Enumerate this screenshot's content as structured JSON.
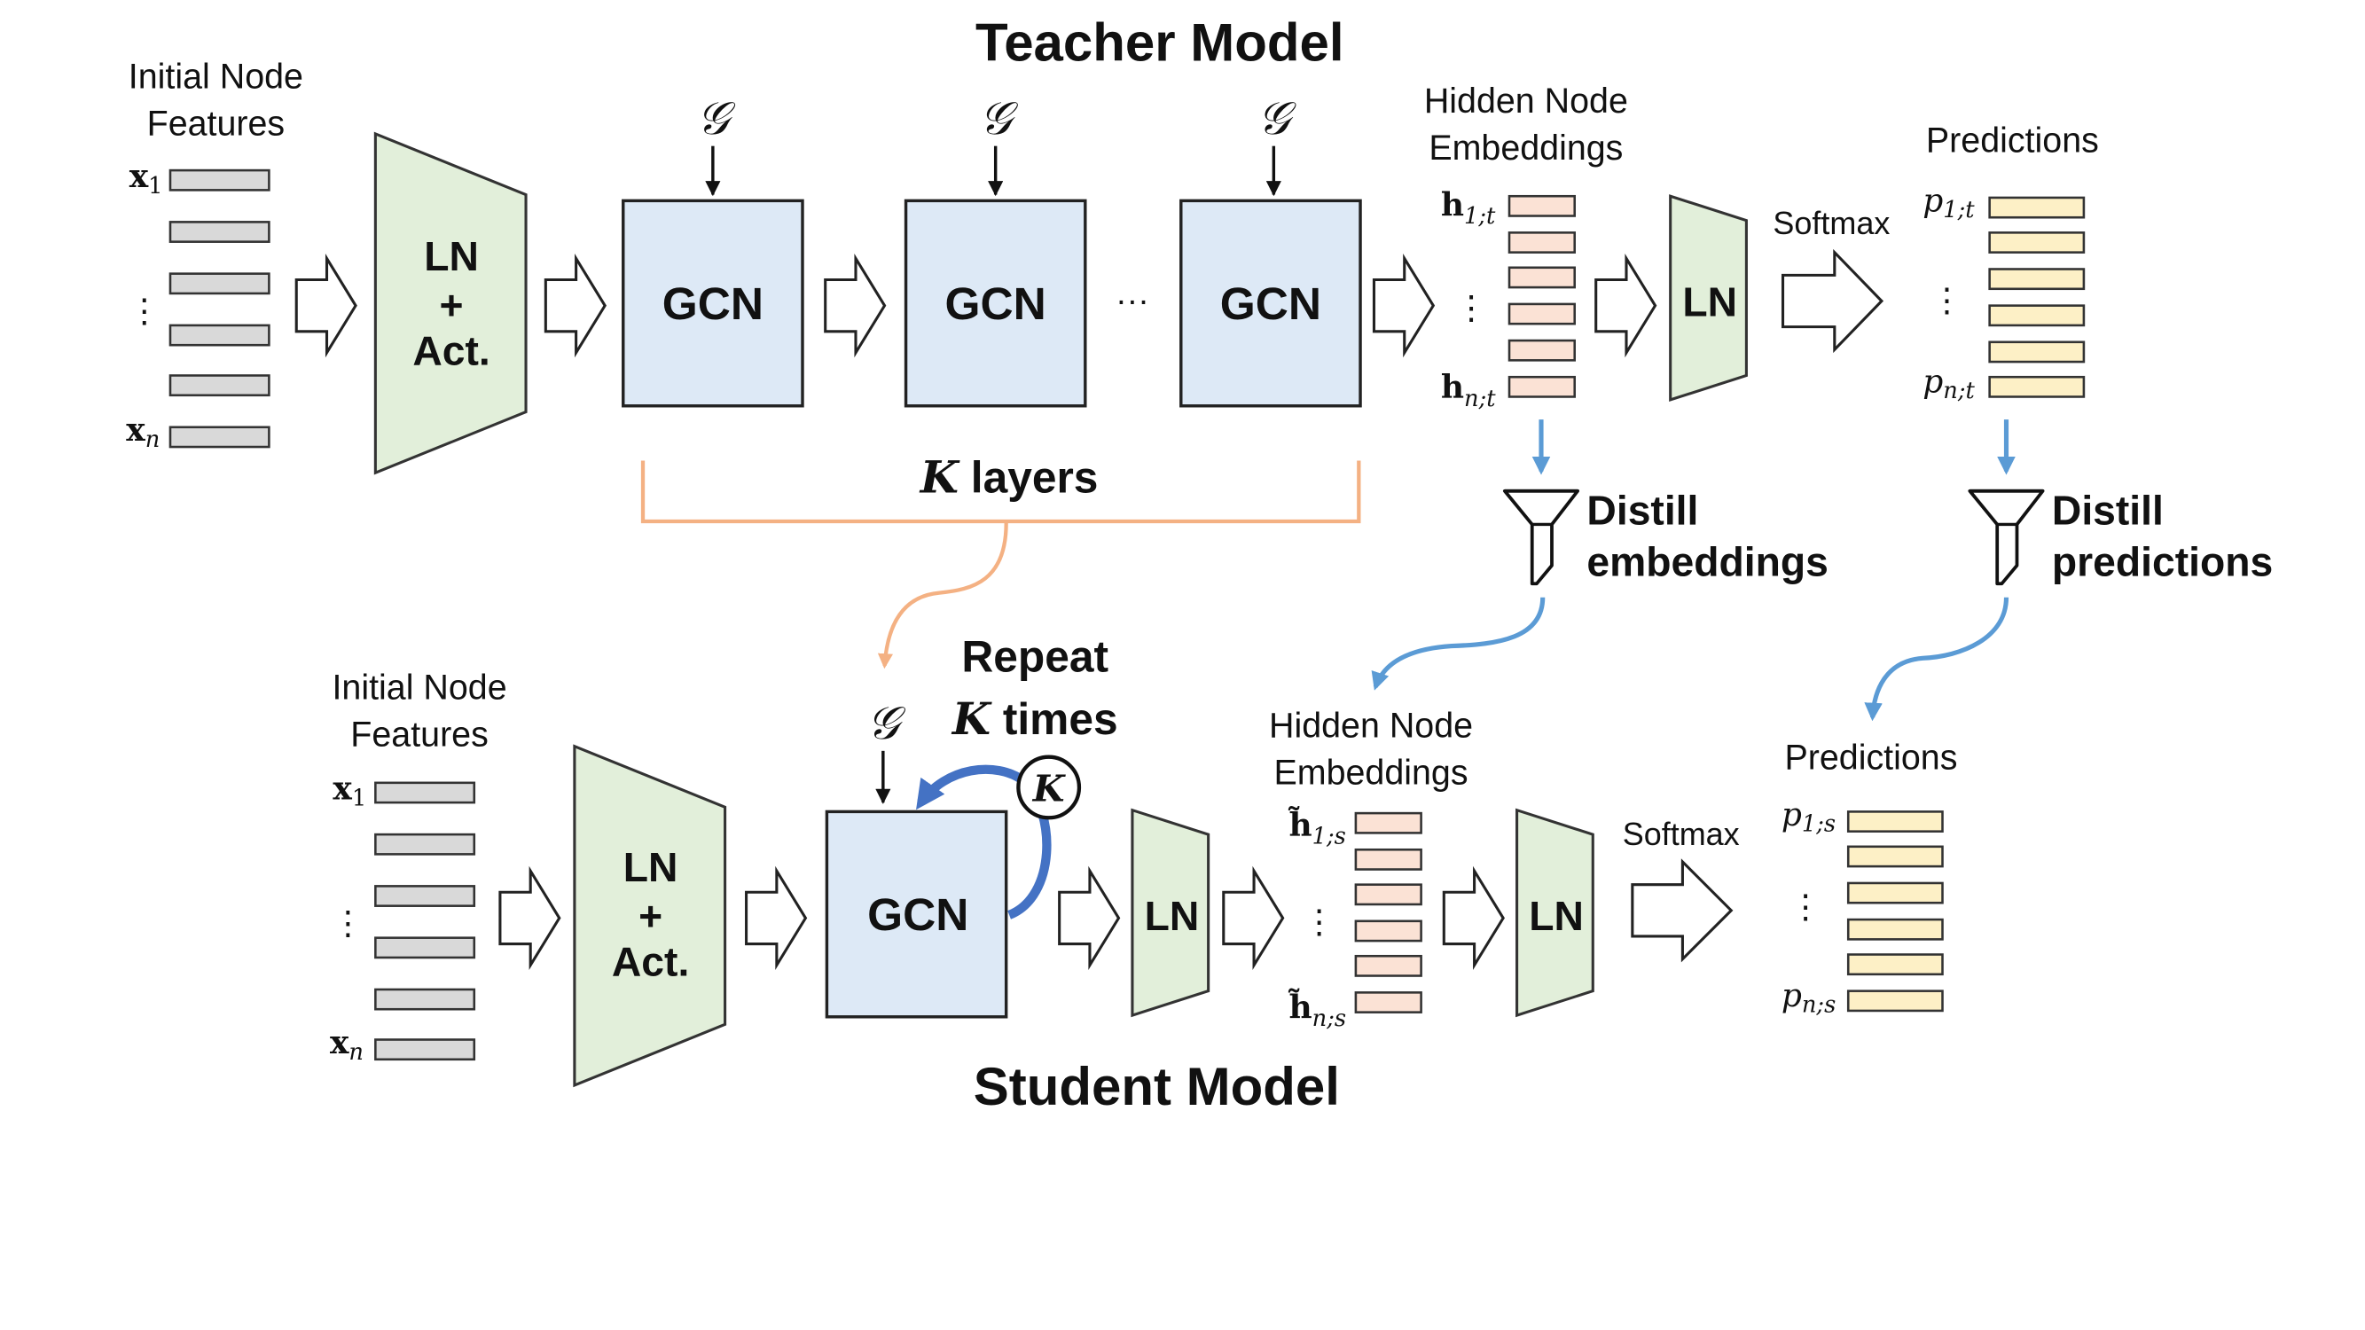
{
  "teacher": {
    "title": "Teacher Model",
    "input_label_line1": "Initial Node",
    "input_label_line2": "Features",
    "x_first": "x",
    "x_first_sub": "1",
    "x_last": "x",
    "x_last_sub": "n",
    "ln_act_line1": "LN",
    "ln_act_line2": "+",
    "ln_act_line3": "Act.",
    "graph_symbol": "𝒢",
    "gcn_label": "GCN",
    "ellipsis": "···",
    "k_layers_k": "K",
    "k_layers_text": " layers",
    "embed_label_line1": "Hidden Node",
    "embed_label_line2": "Embeddings",
    "h_first": "h",
    "h_first_sub": "1;t",
    "h_last": "h",
    "h_last_sub": "n;t",
    "ln_label": "LN",
    "softmax_label": "Softmax",
    "pred_label": "Predictions",
    "p_first": "p",
    "p_first_sub": "1;t",
    "p_last": "p",
    "p_last_sub": "n;t"
  },
  "distill": {
    "embeddings_line1": "Distill",
    "embeddings_line2": "embeddings",
    "predictions_line1": "Distill",
    "predictions_line2": "predictions"
  },
  "student": {
    "title": "Student Model",
    "input_label_line1": "Initial Node",
    "input_label_line2": "Features",
    "x_first": "x",
    "x_first_sub": "1",
    "x_last": "x",
    "x_last_sub": "n",
    "ln_act_line1": "LN",
    "ln_act_line2": "+",
    "ln_act_line3": "Act.",
    "graph_symbol": "𝒢",
    "repeat_line1": "Repeat",
    "repeat_k": "K",
    "repeat_text": " times",
    "k_badge": "K",
    "gcn_label": "GCN",
    "ln_label": "LN",
    "embed_label_line1": "Hidden Node",
    "embed_label_line2": "Embeddings",
    "h_first": "h̃",
    "h_first_sub": "1;s",
    "h_last": "h̃",
    "h_last_sub": "n;s",
    "ln2_label": "LN",
    "softmax_label": "Softmax",
    "pred_label": "Predictions",
    "p_first": "p",
    "p_first_sub": "1;s",
    "p_last": "p",
    "p_last_sub": "n;s"
  },
  "vdots": "⋮",
  "colors": {
    "green_fill": "#e2efda",
    "blue_fill": "#dde9f6",
    "gray_bar": "#d9d9d9",
    "pink_bar": "#fbe2d5",
    "yellow_bar": "#fdf0c6",
    "blue_arrow": "#5b9bd5",
    "orange_brace": "#f4b183",
    "loop_blue": "#4472c4"
  },
  "icons": [
    "hollow-arrow-icon",
    "funnel-icon",
    "loop-arrow-icon"
  ]
}
